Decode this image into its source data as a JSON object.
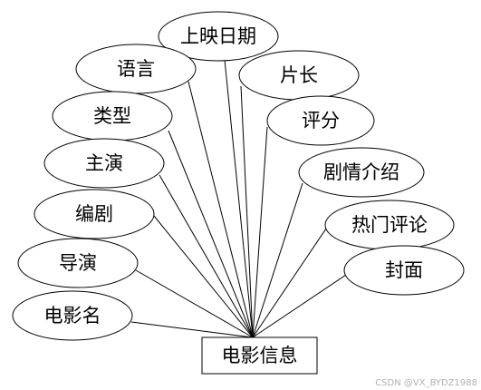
{
  "diagram": {
    "entity": {
      "label": "电影信息"
    },
    "attributes": [
      {
        "id": "release-date",
        "label": "上映日期"
      },
      {
        "id": "language",
        "label": "语言"
      },
      {
        "id": "duration",
        "label": "片长"
      },
      {
        "id": "genre",
        "label": "类型"
      },
      {
        "id": "rating",
        "label": "评分"
      },
      {
        "id": "cast",
        "label": "主演"
      },
      {
        "id": "synopsis",
        "label": "剧情介绍"
      },
      {
        "id": "writer",
        "label": "编剧"
      },
      {
        "id": "hot-review",
        "label": "热门评论"
      },
      {
        "id": "director",
        "label": "导演"
      },
      {
        "id": "cover",
        "label": "封面"
      },
      {
        "id": "title",
        "label": "电影名"
      }
    ]
  },
  "watermark": "CSDN @VX_BYDZ1988"
}
